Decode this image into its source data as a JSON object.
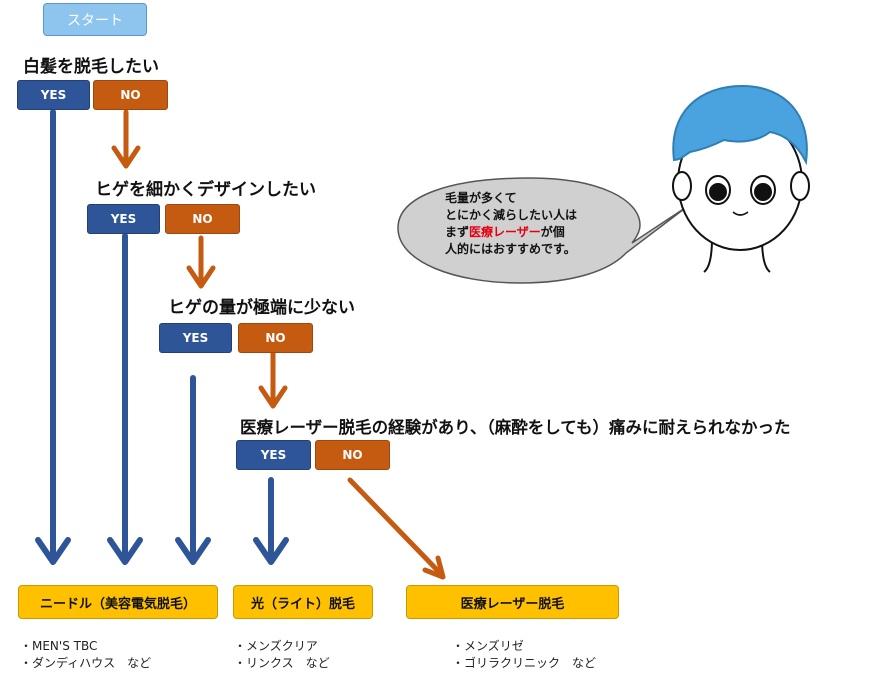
{
  "start": {
    "label": "スタート"
  },
  "questions": [
    {
      "text": "白髪を脱毛したい",
      "yes": "YES",
      "no": "NO"
    },
    {
      "text": "ヒゲを細かくデザインしたい",
      "yes": "YES",
      "no": "NO"
    },
    {
      "text": "ヒゲの量が極端に少ない",
      "yes": "YES",
      "no": "NO"
    },
    {
      "text": "医療レーザー脱毛の経験があり、（麻酔をしても）痛みに耐えられなかった",
      "yes": "YES",
      "no": "NO"
    }
  ],
  "results": [
    {
      "label": "ニードル（美容電気脱毛）",
      "items": [
        "・MEN'S TBC",
        "・ダンディハウス　など"
      ]
    },
    {
      "label": "光（ライト）脱毛",
      "items": [
        "・メンズクリア",
        "・リンクス　など"
      ]
    },
    {
      "label": "医療レーザー脱毛",
      "items": [
        "・メンズリゼ",
        "・ゴリラクリニック　など"
      ]
    }
  ],
  "bubble": {
    "line1": "毛量が多くて",
    "line2": "とにかく減らしたい人は",
    "line3_pre": "まず",
    "line3_highlight": "医療レーザー",
    "line3_post": "が個",
    "line4": "人的にはおすすめです。"
  },
  "colors": {
    "yes": "#2e5597",
    "no": "#c55a11",
    "result": "#ffc000",
    "start": "#8ec5ef",
    "highlight": "#e60012"
  }
}
